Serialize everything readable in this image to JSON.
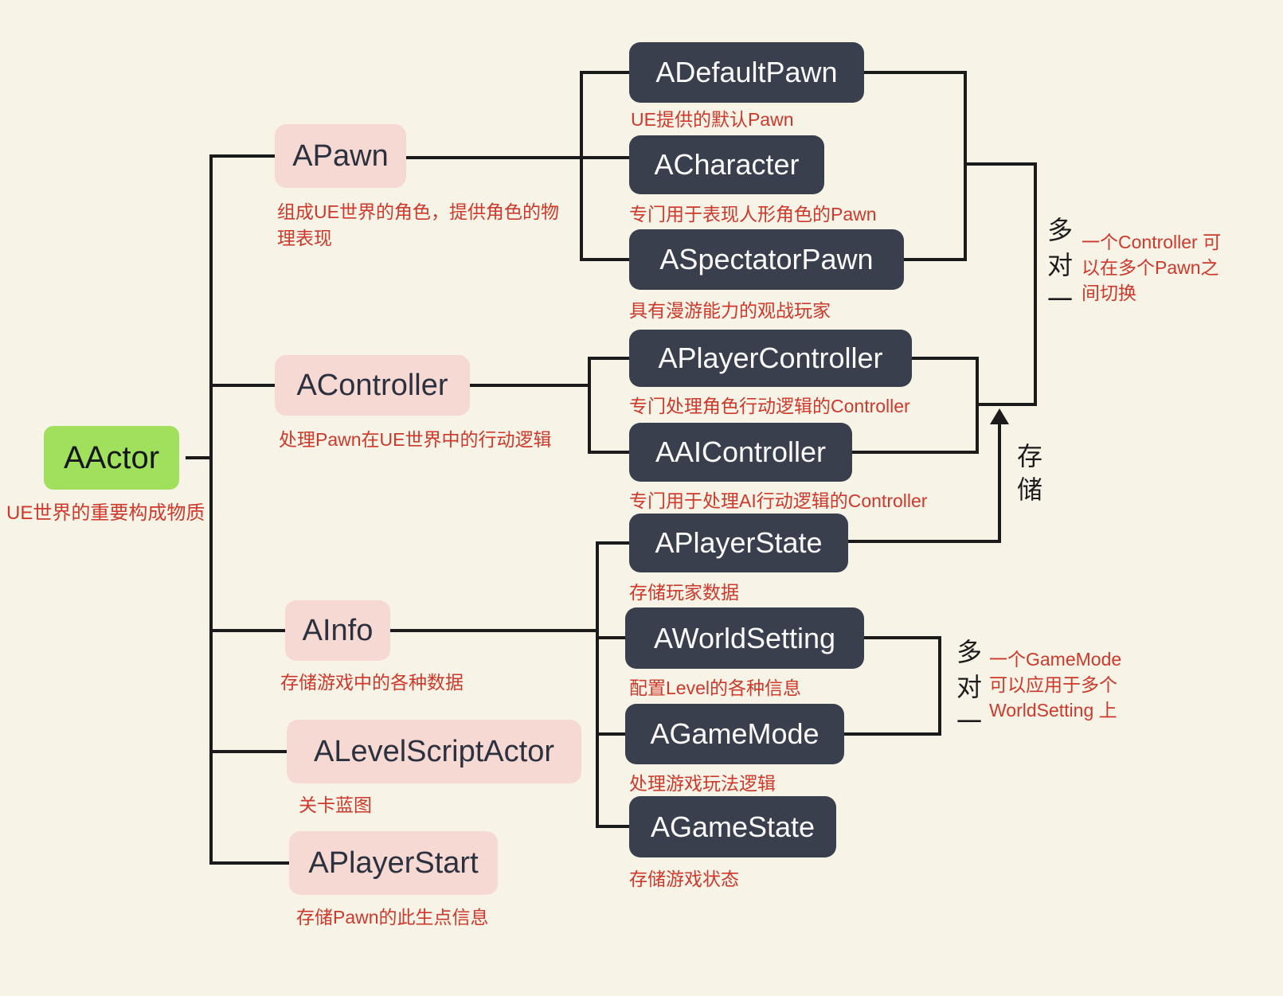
{
  "colors": {
    "background": "#f7f3e7",
    "root_fill": "#a1e05c",
    "branch_fill": "#f7d9d3",
    "leaf_fill": "#3a3f4d",
    "annotation_red": "#ce392b",
    "line_black": "#1b1b1b"
  },
  "nodes": {
    "aactor": {
      "label": "AActor",
      "desc": "UE世界的重要构成物质"
    },
    "apawn": {
      "label": "APawn",
      "desc": "组成UE世界的角色，提供角色的物理表现"
    },
    "acontroller": {
      "label": "AController",
      "desc": "处理Pawn在UE世界中的行动逻辑"
    },
    "ainfo": {
      "label": "AInfo",
      "desc": "存储游戏中的各种数据"
    },
    "alevelscriptactor": {
      "label": "ALevelScriptActor",
      "desc": "关卡蓝图"
    },
    "aplayerstart": {
      "label": "APlayerStart",
      "desc": "存储Pawn的此生点信息"
    },
    "adefaultpawn": {
      "label": "ADefaultPawn",
      "desc": "UE提供的默认Pawn"
    },
    "acharacter": {
      "label": "ACharacter",
      "desc": "专门用于表现人形角色的Pawn"
    },
    "aspectatorpawn": {
      "label": "ASpectatorPawn",
      "desc": "具有漫游能力的观战玩家"
    },
    "aplayercontroller": {
      "label": "APlayerController",
      "desc": "专门处理角色行动逻辑的Controller"
    },
    "aaicontroller": {
      "label": "AAIController",
      "desc": "专门用于处理AI行动逻辑的Controller"
    },
    "aplayerstate": {
      "label": "APlayerState",
      "desc": "存储玩家数据"
    },
    "aworldsetting": {
      "label": "AWorldSetting",
      "desc": "配置Level的各种信息"
    },
    "agamemode": {
      "label": "AGameMode",
      "desc": "处理游戏玩法逻辑"
    },
    "agamestate": {
      "label": "AGameState",
      "desc": "存储游戏状态"
    }
  },
  "annotations": {
    "pawn_controller": {
      "label": "多对一",
      "note": "一个Controller 可以在多个Pawn之间切换"
    },
    "store": {
      "label": "存储"
    },
    "gamemode_world": {
      "label": "多对一",
      "note": "一个GameMode 可以应用于多个 WorldSetting 上"
    }
  }
}
